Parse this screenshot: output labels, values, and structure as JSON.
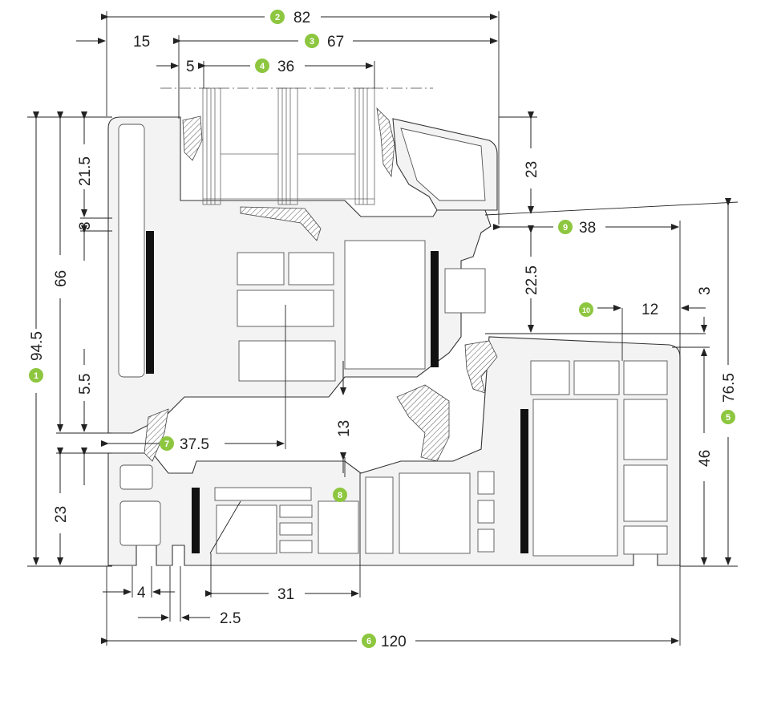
{
  "accent_color": "#8dc63f",
  "dimensions": {
    "d1": {
      "badge": "1",
      "value": "94.5"
    },
    "d2": {
      "badge": "2",
      "value": "82"
    },
    "d3": {
      "badge": "3",
      "value": "67"
    },
    "d4": {
      "badge": "4",
      "value": "36"
    },
    "d5": {
      "badge": "5",
      "value": "76.5"
    },
    "d6": {
      "badge": "6",
      "value": "120"
    },
    "d7": {
      "badge": "7",
      "value": "37.5"
    },
    "d8": {
      "badge": "8",
      "value": "13"
    },
    "d9": {
      "badge": "9",
      "value": "38"
    },
    "d10": {
      "badge": "10",
      "value": "12"
    }
  },
  "unlabeled": {
    "top_15": "15",
    "top_5": "5",
    "left_21_5": "21.5",
    "left_3": "3",
    "left_66": "66",
    "left_5_5": "5.5",
    "left_23": "23",
    "right_23": "23",
    "right_22_5": "22.5",
    "right_3": "3",
    "right_46": "46",
    "bottom_4": "4",
    "bottom_2_5": "2.5",
    "bottom_31": "31"
  }
}
